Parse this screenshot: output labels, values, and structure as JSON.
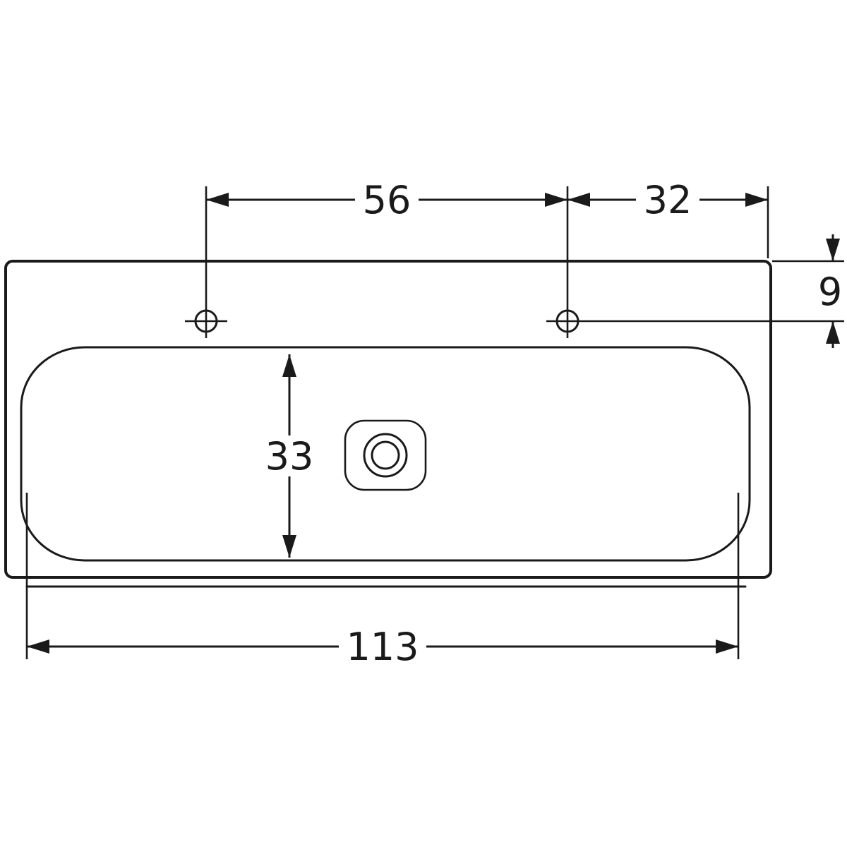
{
  "drawing": {
    "kind": "technical-dimension-drawing",
    "subject": "double-tap-hole washbasin, top view",
    "ink_color": "#1a1a1a",
    "background_color": "#ffffff"
  },
  "dims": {
    "tap_hole_spacing": "56",
    "tap_hole_to_right_edge": "32",
    "top_edge_to_tap_axis": "9",
    "bowl_front_to_back": "33",
    "overall_width": "113"
  }
}
